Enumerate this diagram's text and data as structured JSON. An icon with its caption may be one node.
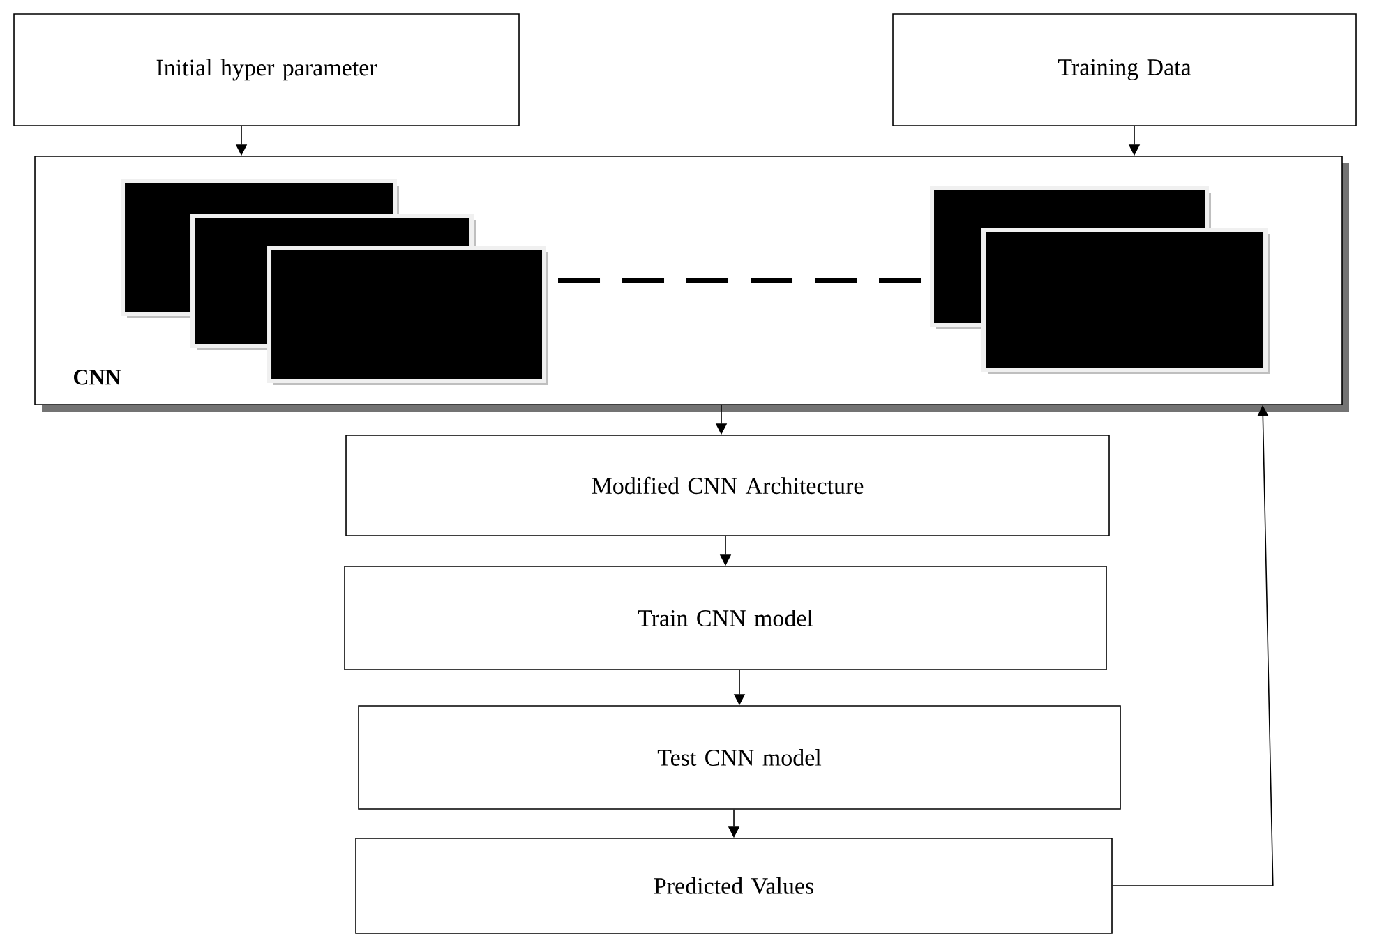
{
  "diagram": {
    "nodes": [
      {
        "text": [
          "Initial hyper parameter"
        ]
      },
      {
        "text": [
          "Training Data"
        ]
      },
      {
        "text": [
          "CNN"
        ]
      },
      {
        "text": [
          "Modified CNN Architecture"
        ]
      },
      {
        "text": [
          "Train CNN model"
        ]
      },
      {
        "text": [
          "Test CNN model"
        ]
      },
      {
        "text": [
          "Predicted Values"
        ]
      }
    ],
    "edges": [
      {
        "from": 0,
        "to": 2,
        "arrow": "to"
      },
      {
        "from": 1,
        "to": 2,
        "arrow": "to"
      },
      {
        "from": 2,
        "to": 3,
        "arrow": "to"
      },
      {
        "from": 3,
        "to": 4,
        "arrow": "to"
      },
      {
        "from": 4,
        "to": 5,
        "arrow": "to"
      },
      {
        "from": 5,
        "to": 6,
        "arrow": "to"
      },
      {
        "from": 6,
        "to": 2,
        "arrow": "to"
      }
    ]
  }
}
